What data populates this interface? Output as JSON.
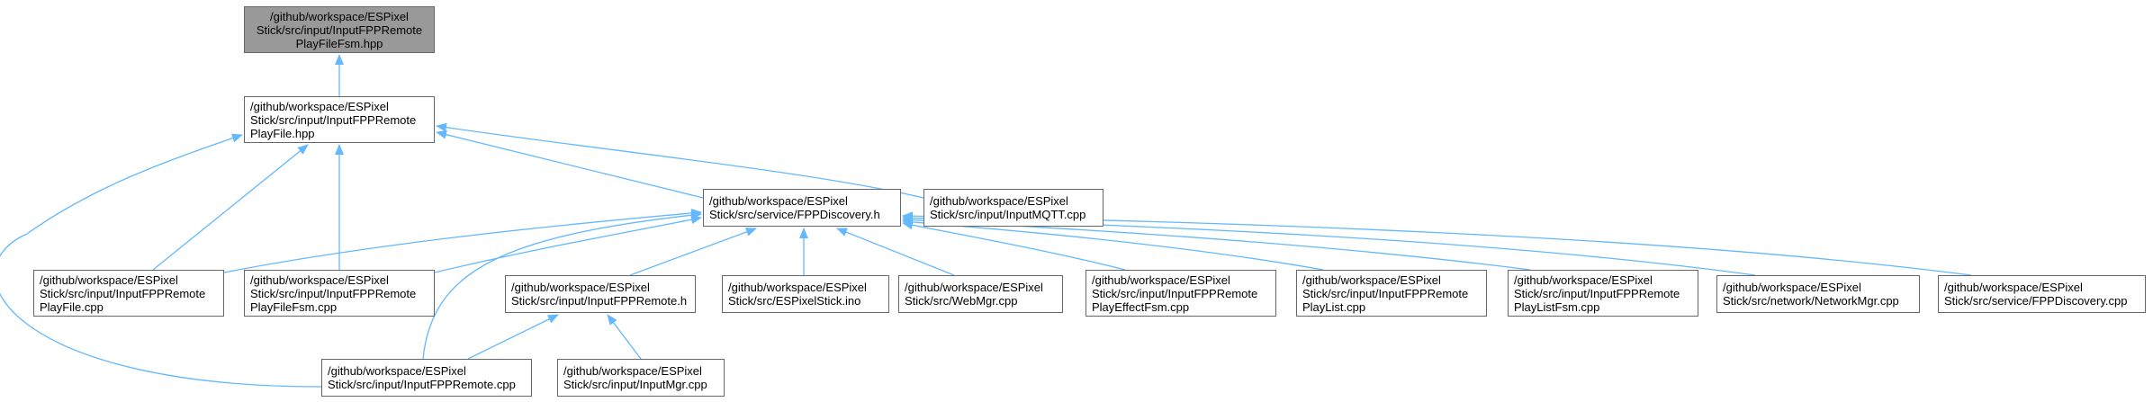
{
  "diagram": {
    "edge_color": "#63b8ff",
    "node_border": "#666666",
    "highlight_fill": "#999999",
    "nodes": [
      {
        "id": "n0",
        "lines": [
          "/github/workspace/ESPixel",
          "Stick/src/input/InputFPPRemote",
          "PlayFileFsm.hpp"
        ],
        "highlight": true
      },
      {
        "id": "n1",
        "lines": [
          "/github/workspace/ESPixel",
          "Stick/src/input/InputFPPRemote",
          "PlayFile.hpp"
        ]
      },
      {
        "id": "n2",
        "lines": [
          "/github/workspace/ESPixel",
          "Stick/src/input/InputFPPRemote",
          "PlayFile.cpp"
        ]
      },
      {
        "id": "n3",
        "lines": [
          "/github/workspace/ESPixel",
          "Stick/src/input/InputFPPRemote",
          "PlayFileFsm.cpp"
        ]
      },
      {
        "id": "n4",
        "lines": [
          "/github/workspace/ESPixel",
          "Stick/src/input/InputFPPRemote.cpp"
        ]
      },
      {
        "id": "n5",
        "lines": [
          "/github/workspace/ESPixel",
          "Stick/src/service/FPPDiscovery.h"
        ]
      },
      {
        "id": "n6",
        "lines": [
          "/github/workspace/ESPixel",
          "Stick/src/input/InputMQTT.cpp"
        ]
      },
      {
        "id": "n7",
        "lines": [
          "/github/workspace/ESPixel",
          "Stick/src/input/InputFPPRemote.h"
        ]
      },
      {
        "id": "n8",
        "lines": [
          "/github/workspace/ESPixel",
          "Stick/src/ESPixelStick.ino"
        ]
      },
      {
        "id": "n9",
        "lines": [
          "/github/workspace/ESPixel",
          "Stick/src/WebMgr.cpp"
        ]
      },
      {
        "id": "n10",
        "lines": [
          "/github/workspace/ESPixel",
          "Stick/src/input/InputFPPRemote",
          "PlayEffectFsm.cpp"
        ]
      },
      {
        "id": "n11",
        "lines": [
          "/github/workspace/ESPixel",
          "Stick/src/input/InputFPPRemote",
          "PlayList.cpp"
        ]
      },
      {
        "id": "n12",
        "lines": [
          "/github/workspace/ESPixel",
          "Stick/src/input/InputFPPRemote",
          "PlayListFsm.cpp"
        ]
      },
      {
        "id": "n13",
        "lines": [
          "/github/workspace/ESPixel",
          "Stick/src/network/NetworkMgr.cpp"
        ]
      },
      {
        "id": "n14",
        "lines": [
          "/github/workspace/ESPixel",
          "Stick/src/service/FPPDiscovery.cpp"
        ]
      },
      {
        "id": "n15",
        "lines": [
          "/github/workspace/ESPixel",
          "Stick/src/input/InputMgr.cpp"
        ]
      }
    ],
    "edges": [
      {
        "from": "n1",
        "to": "n0"
      },
      {
        "from": "n2",
        "to": "n1"
      },
      {
        "from": "n3",
        "to": "n1"
      },
      {
        "from": "n4",
        "to": "n1"
      },
      {
        "from": "n5",
        "to": "n1"
      },
      {
        "from": "n6",
        "to": "n1"
      },
      {
        "from": "n2",
        "to": "n5"
      },
      {
        "from": "n3",
        "to": "n5"
      },
      {
        "from": "n4",
        "to": "n5"
      },
      {
        "from": "n7",
        "to": "n5"
      },
      {
        "from": "n8",
        "to": "n5"
      },
      {
        "from": "n9",
        "to": "n5"
      },
      {
        "from": "n10",
        "to": "n5"
      },
      {
        "from": "n11",
        "to": "n5"
      },
      {
        "from": "n12",
        "to": "n5"
      },
      {
        "from": "n13",
        "to": "n5"
      },
      {
        "from": "n14",
        "to": "n5"
      },
      {
        "from": "n4",
        "to": "n7"
      },
      {
        "from": "n15",
        "to": "n7"
      }
    ]
  }
}
